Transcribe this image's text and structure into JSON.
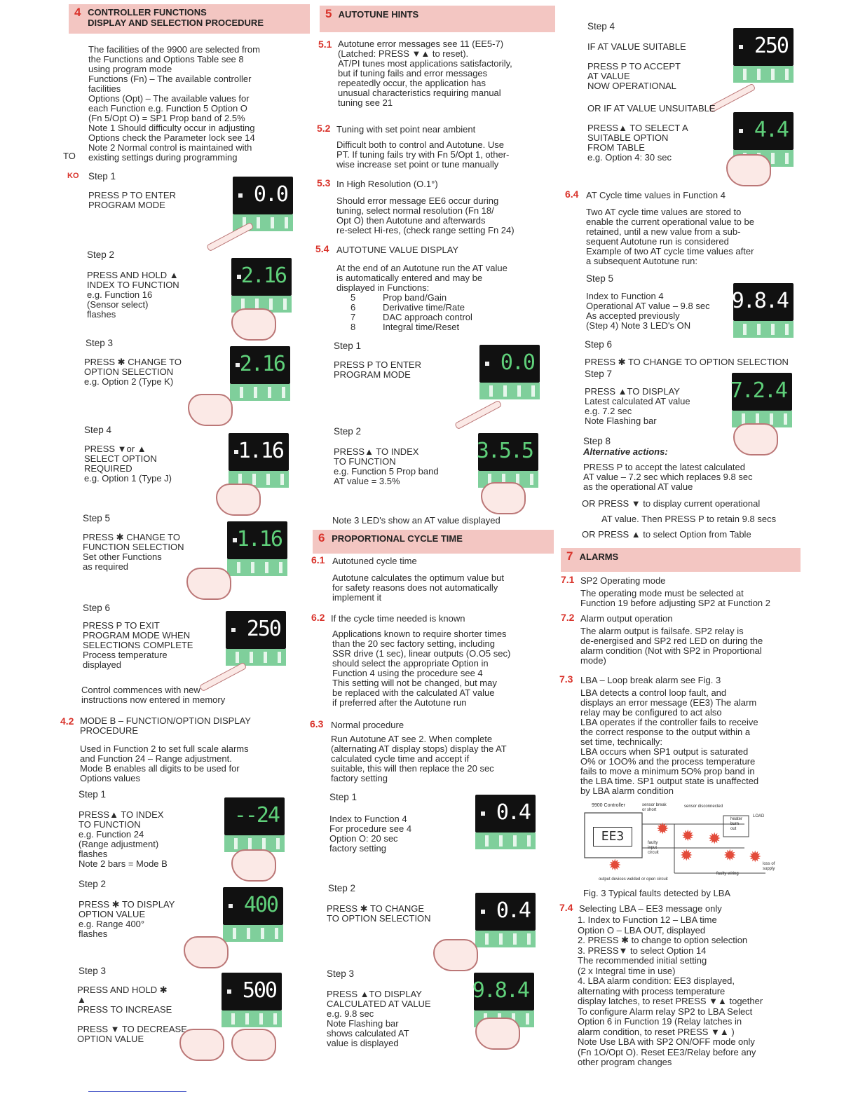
{
  "s4": {
    "header_num": "4",
    "header": "CONTROLLER FUNCTIONS\nDISPLAY AND SELECTION PROCEDURE",
    "intro": "The facilities of the 9900 are selected from\nthe Functions and Options Table see 8\nusing program mode\nFunctions (Fn) – The available controller\nfacilities\nOptions (Opt) – The available values for\neach Function e.g. Function 5 Option O\n(Fn 5/Opt O) = SP1 Prop band of 2.5%\nNote 1 Should difficulty occur in adjusting\nOptions check the Parameter lock see 14\nNote 2 Normal control is maintained with\nexisting settings during programming",
    "to_mark": "TO",
    "ko_mark": "KO",
    "steps": [
      {
        "label": "Step 1",
        "text": "PRESS P TO ENTER\nPROGRAM MODE",
        "display": "0.0"
      },
      {
        "label": "Step 2",
        "text": "PRESS AND HOLD ▲\nINDEX TO FUNCTION\ne.g. Function 16\n(Sensor select)\nflashes",
        "display": "2.16"
      },
      {
        "label": "Step 3",
        "text": "PRESS ✱ CHANGE TO\nOPTION SELECTION\ne.g. Option 2 (Type K)",
        "display": "2.16"
      },
      {
        "label": "Step 4",
        "text": "PRESS ▼or ▲\nSELECT OPTION\nREQUIRED\ne.g. Option 1 (Type J)",
        "display": "1.16"
      },
      {
        "label": "Step 5",
        "text": "PRESS ✱ CHANGE TO\nFUNCTION SELECTION\nSet other Functions\nas required",
        "display": "1.16"
      },
      {
        "label": "Step 6",
        "text": "PRESS P TO EXIT\nPROGRAM MODE WHEN\nSELECTIONS COMPLETE\nProcess temperature\ndisplayed",
        "display": "250"
      }
    ],
    "closing": "Control commences with new\ninstructions now entered in memory"
  },
  "s42": {
    "num": "4.2",
    "title": "MODE B – FUNCTION/OPTION DISPLAY\nPROCEDURE",
    "intro": "Used in Function 2 to set full scale alarms\nand Function 24 – Range adjustment.\nMode B enables all digits to be used for\nOptions values",
    "steps": [
      {
        "label": "Step 1",
        "text": "PRESS▲ TO INDEX\nTO FUNCTION\ne.g. Function 24\n(Range adjustment)\nflashes\nNote 2 bars = Mode B",
        "display": "--24"
      },
      {
        "label": "Step 2",
        "text": "PRESS ✱ TO DISPLAY\nOPTION VALUE\ne.g. Range 400°\nflashes",
        "display": "400"
      },
      {
        "label": "Step 3",
        "text": "PRESS AND HOLD ✱\n▲\nPRESS    TO INCREASE\n\nPRESS ▼ TO DECREASE\nOPTION VALUE",
        "display": "500"
      }
    ]
  },
  "s5": {
    "header_num": "5",
    "header": "AUTOTUNE HINTS",
    "p51_num": "5.1",
    "p51": "Autotune error messages see 11 (EE5-7)\n(Latched: PRESS ▼▲ to reset).\nAT/PI tunes most applications satisfactorily,\nbut if tuning fails and error messages\nrepeatedly occur, the application has\nunusual characteristics requiring manual\ntuning see 21",
    "p52_num": "5.2",
    "p52_title": "Tuning with set point near ambient",
    "p52": "Difficult both to control and Autotune. Use\nPT. If tuning fails try with Fn 5/Opt 1, other-\nwise increase set point or tune manually",
    "p53_num": "5.3",
    "p53_title": "In High Resolution (O.1°)",
    "p53": "Should error message EE6 occur during\ntuning, select normal resolution (Fn 18/\nOpt O) then Autotune and afterwards\nre-select Hi-res, (check range setting Fn 24)",
    "p54_num": "5.4",
    "p54_title": "AUTOTUNE VALUE DISPLAY",
    "p54": "At the end of an Autotune run the AT value\nis automatically entered and may be\ndisplayed in Functions:",
    "fn_list": [
      {
        "n": "5",
        "t": "Prop band/Gain"
      },
      {
        "n": "6",
        "t": "Derivative time/Rate"
      },
      {
        "n": "7",
        "t": "DAC approach control"
      },
      {
        "n": "8",
        "t": "Integral time/Reset"
      }
    ],
    "steps": [
      {
        "label": "Step 1",
        "text": "PRESS P TO ENTER\nPROGRAM MODE",
        "display": "0.0"
      },
      {
        "label": "Step 2",
        "text": "PRESS▲ TO INDEX\nTO FUNCTION\ne.g. Function 5 Prop band\nAT value = 3.5%",
        "display": "3.5.5"
      }
    ],
    "note3": "Note 3 LED's show an AT value displayed"
  },
  "s6": {
    "header_num": "6",
    "header": "PROPORTIONAL CYCLE TIME",
    "p61_num": "6.1",
    "p61_title": "Autotuned cycle time",
    "p61": "Autotune calculates the optimum value but\nfor safety reasons does not automatically\nimplement it",
    "p62_num": "6.2",
    "p62_title": "If the cycle time needed is known",
    "p62": "Applications known to require shorter times\nthan the 20 sec factory setting, including\nSSR drive (1 sec), linear outputs (O.O5 sec)\nshould select the appropriate Option in\nFunction 4 using the procedure see 4\nThis setting will not be changed, but may\nbe replaced with the calculated AT value\nif preferred after the Autotune run",
    "p63_num": "6.3",
    "p63_title": "Normal procedure",
    "p63": "Run Autotune AT see 2. When complete\n(alternating AT display stops) display the AT\ncalculated cycle time and accept if\nsuitable, this will then replace the 20 sec\nfactory setting",
    "steps": [
      {
        "label": "Step 1",
        "text": "Index to Function 4\nFor procedure see 4\nOption O: 20 sec\nfactory setting",
        "display": "0.4"
      },
      {
        "label": "Step 2",
        "text": "PRESS ✱ TO CHANGE\nTO OPTION SELECTION",
        "display": "0.4"
      },
      {
        "label": "Step 3",
        "text": "PRESS ▲TO DISPLAY\nCALCULATED AT VALUE\ne.g. 9.8 sec\nNote Flashing bar\nshows calculated AT\nvalue is displayed",
        "display": "9.8.4"
      }
    ]
  },
  "s64": {
    "step4_label": "Step 4",
    "step4_a": "IF AT VALUE SUITABLE",
    "step4_b": "PRESS P TO ACCEPT\nAT VALUE\nNOW OPERATIONAL",
    "step4_disp": "250",
    "step4_c": "OR IF AT VALUE UNSUITABLE",
    "step4_d": "PRESS▲ TO SELECT A\nSUITABLE OPTION\nFROM TABLE\ne.g. Option 4: 30 sec",
    "step4_disp2": "4.4",
    "num": "6.4",
    "title": "AT Cycle time values in Function 4",
    "text": "Two AT cycle time values are stored to\nenable the current operational value to be\nretained, until a new value from a sub-\nsequent Autotune run is considered\nExample of two AT cycle time values after\na subsequent Autotune run:",
    "step5_label": "Step 5",
    "step5": "Index to Function 4\nOperational AT value – 9.8 sec\nAs accepted previously\n(Step 4) Note 3 LED's ON",
    "step5_disp": "9.8.4",
    "step6_label": "Step 6",
    "step6": "PRESS ✱ TO CHANGE TO OPTION SELECTION",
    "step7_label": "Step 7",
    "step7": "PRESS ▲TO DISPLAY\nLatest calculated AT value\ne.g. 7.2 sec\nNote Flashing bar",
    "step7_disp": "7.2.4",
    "step8_label": "Step 8",
    "alt": "Alternative actions:",
    "alt1": "PRESS P to accept the latest calculated\nAT value – 7.2 sec which replaces 9.8 sec\nas the operational AT value",
    "alt2": "OR PRESS ▼ to display current operational",
    "alt3": "AT value. Then PRESS P to retain 9.8 secs",
    "alt4": "OR PRESS ▲ to select Option from Table"
  },
  "s7": {
    "header_num": "7",
    "header": "ALARMS",
    "p71_num": "7.1",
    "p71_title": "SP2 Operating mode",
    "p71": "The operating mode must be selected at\nFunction 19 before adjusting SP2 at Function 2",
    "p72_num": "7.2",
    "p72_title": "Alarm output operation",
    "p72": "The alarm output is failsafe. SP2 relay is\nde-energised and SP2 red LED on during the\nalarm condition (Not with SP2 in Proportional\nmode)",
    "p73_num": "7.3",
    "p73_title": "LBA – Loop break alarm see Fig. 3",
    "p73": "LBA detects a control loop fault, and\ndisplays an error message (EE3) The alarm\nrelay may be configured to act also\nLBA operates if the controller fails to receive\nthe correct response to the output within a\nset time, technically:\nLBA occurs when SP1 output is saturated\nO% or 1OO% and the process temperature\nfails to move a minimum 5O% prop band in\nthe LBA time. SP1 output state is unaffected\nby LBA alarm condition",
    "fig_display": "EE3",
    "fig_controller": "9900 Controller",
    "fig_labels": [
      "sensor break\nor short",
      "sensor disconnected",
      "heater\nburn\nout",
      "LOAD",
      "faulty\ninput\ncircuit",
      "output devices welded or open circuit",
      "faulty wiring",
      "loss of\nsupply"
    ],
    "fig_caption": "Fig. 3 Typical faults detected by LBA",
    "p74_num": "7.4",
    "p74_title": "Selecting LBA – EE3 message only",
    "p74": "1. Index to Function 12 – LBA time\nOption O – LBA OUT, displayed\n2. PRESS ✱ to change to option selection\n3. PRESS▼ to select Option 14\nThe recommended initial setting\n(2 x Integral time in use)\n4. LBA alarm condition: EE3 displayed,\nalternating with process temperature\ndisplay latches, to reset PRESS ▼▲ together\nTo configure Alarm relay SP2 to LBA Select\nOption 6 in Function 19 (Relay latches in\nalarm condition, to reset PRESS ▼▲ )\nNote Use LBA with SP2 ON/OFF mode only\n(Fn 1O/Opt O). Reset EE3/Relay before any\nother program changes"
  }
}
